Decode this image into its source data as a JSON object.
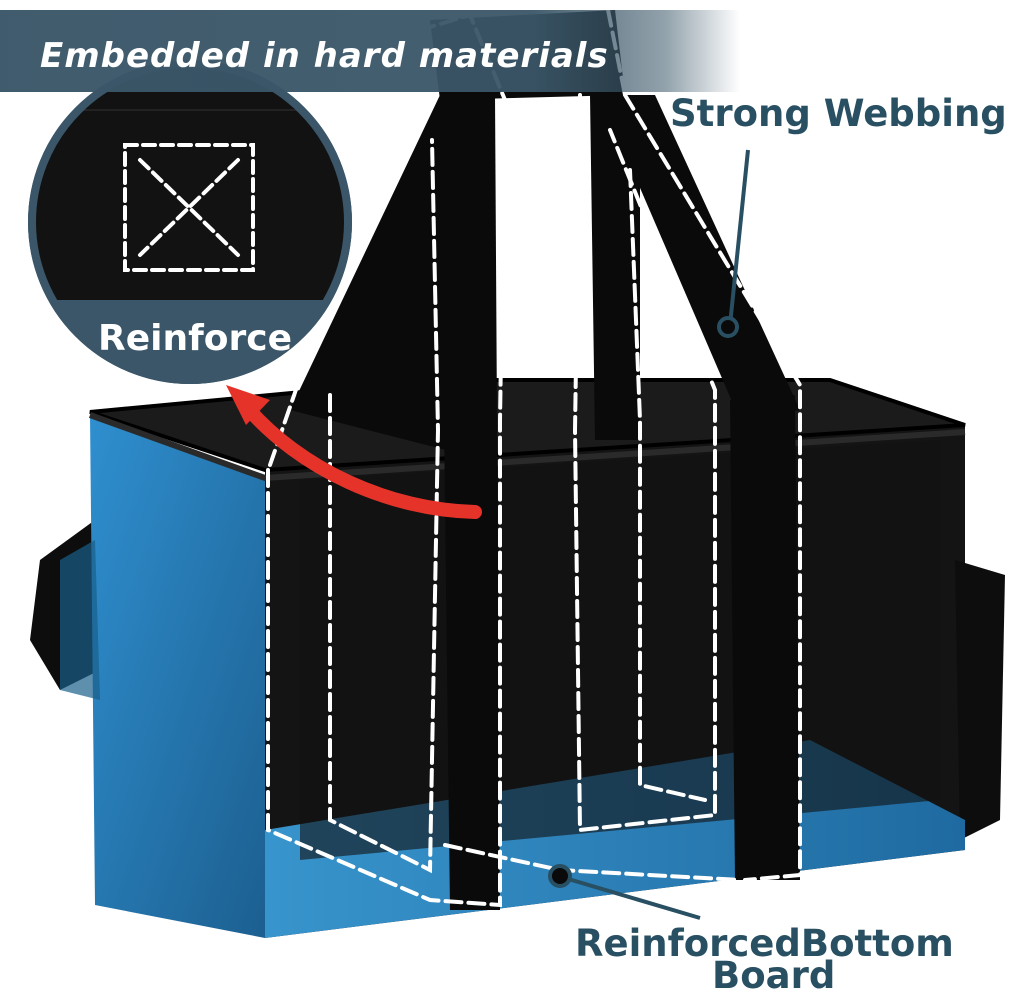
{
  "banner": {
    "text": "Embedded in hard materials"
  },
  "callouts": {
    "reinforce": "Reinforce",
    "strong_webbing": "Strong Webbing",
    "bottom_board_line1": "ReinforcedBottom",
    "bottom_board_line2": "Board"
  },
  "colors": {
    "banner_bg": "#3a5668",
    "label_text": "#284f62",
    "bag_black": "#111111",
    "board_blue": "#2f86c0",
    "arrow_red": "#e5332a",
    "stitch_white": "#ffffff"
  }
}
